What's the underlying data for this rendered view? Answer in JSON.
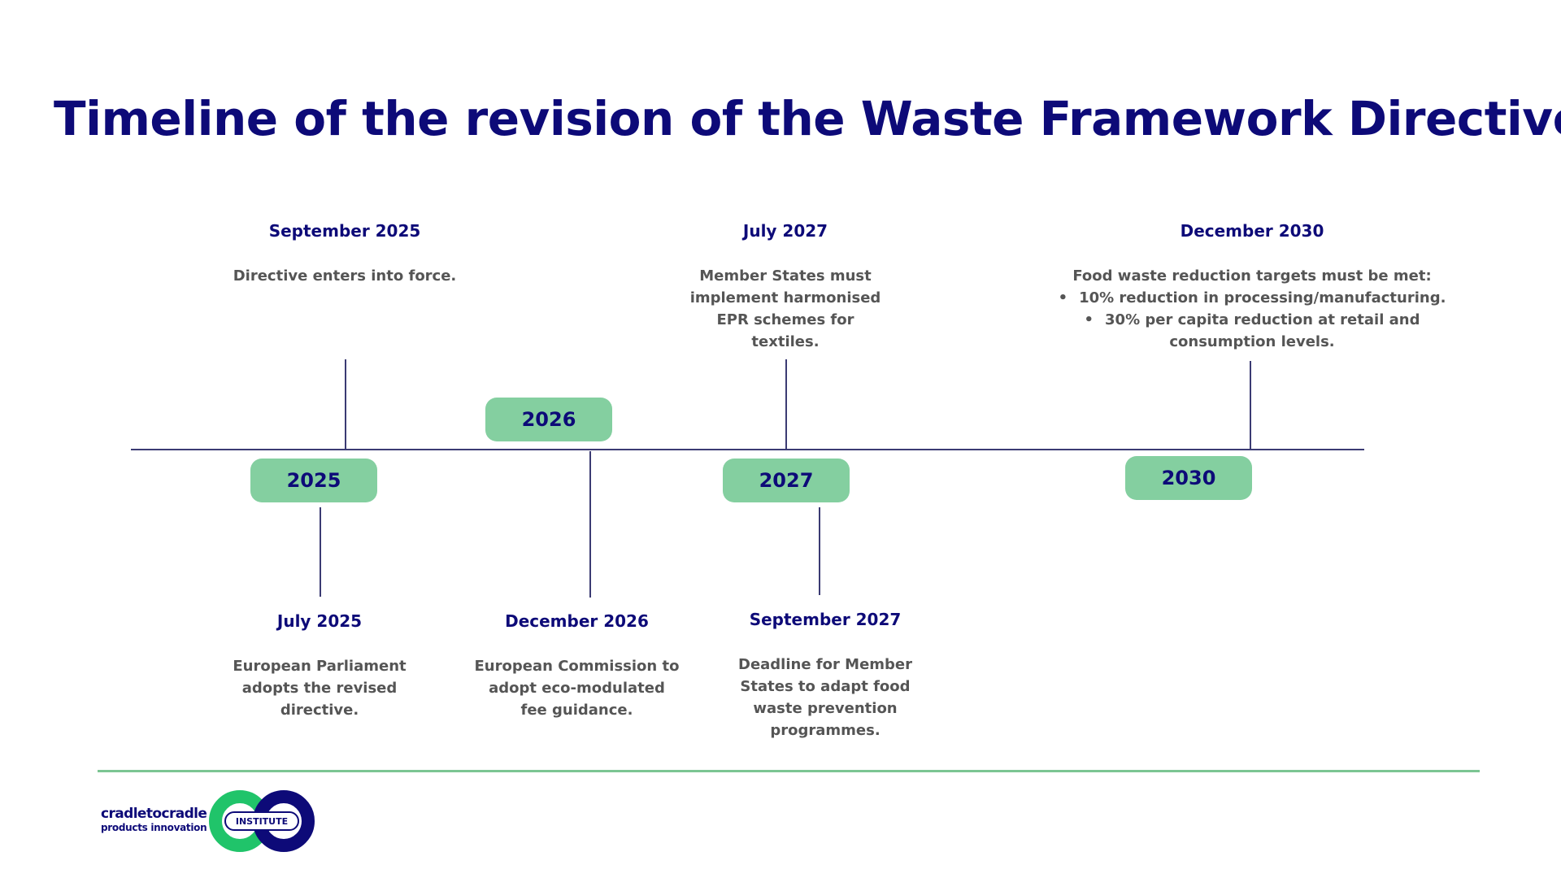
{
  "title": "Timeline of the revision of the Waste Framework Directive",
  "years": [
    "2025",
    "2026",
    "2027",
    "2030"
  ],
  "events": {
    "sep2025": {
      "date": "September 2025",
      "desc": "Directive enters into force."
    },
    "jul2025": {
      "date": "July 2025",
      "desc": "European Parliament adopts the revised directive."
    },
    "dec2026": {
      "date": "December 2026",
      "desc": "European Commission to adopt eco-modulated fee guidance."
    },
    "jul2027": {
      "date": "July 2027",
      "desc": "Member States must implement harmonised EPR schemes for textiles."
    },
    "sep2027": {
      "date": "September 2027",
      "desc": "Deadline for Member States to adapt food waste prevention programmes."
    },
    "dec2030": {
      "date": "December 2030",
      "intro": "Food waste reduction targets must be met:",
      "bullets": [
        "10% reduction in processing/manufacturing.",
        "30% per capita reduction at retail and consumption levels."
      ]
    }
  },
  "logo": {
    "line1": "cradletocradle",
    "line2": "products innovation",
    "badge": "INSTITUTE"
  },
  "colors": {
    "navy": "#0d0a78",
    "pill": "#84cfa0",
    "green": "#20c46a",
    "text": "#555555"
  }
}
